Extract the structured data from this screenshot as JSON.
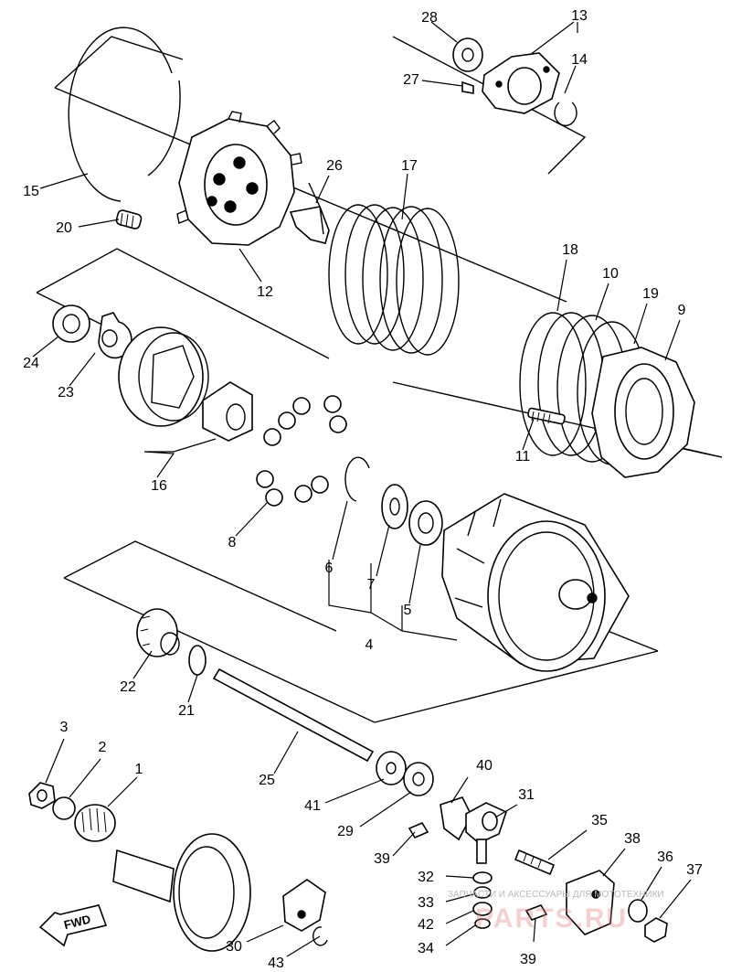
{
  "labels": {
    "l1": "1",
    "l2": "2",
    "l3": "3",
    "l4": "4",
    "l5": "5",
    "l6": "6",
    "l7": "7",
    "l8": "8",
    "l9": "9",
    "l10": "10",
    "l11": "11",
    "l12": "12",
    "l13": "13",
    "l14": "14",
    "l15": "15",
    "l16": "16",
    "l17": "17",
    "l18": "18",
    "l19": "19",
    "l20": "20",
    "l21": "21",
    "l22": "22",
    "l23": "23",
    "l24": "24",
    "l25": "25",
    "l26": "26",
    "l27": "27",
    "l28": "28",
    "l29": "29",
    "l30": "30",
    "l31": "31",
    "l32": "32",
    "l33": "33",
    "l34": "34",
    "l35": "35",
    "l36": "36",
    "l37": "37",
    "l38": "38",
    "l39a": "39",
    "l39b": "39",
    "l40": "40",
    "l41": "41",
    "l42": "42",
    "l43": "43"
  },
  "direction_tag": "FWD",
  "watermark": {
    "text": "ЗАПЧАСТИ И АКСЕССУАРЫ ДЛЯ МОТОТЕХНИКИ",
    "logo": "PARTS.RU"
  }
}
